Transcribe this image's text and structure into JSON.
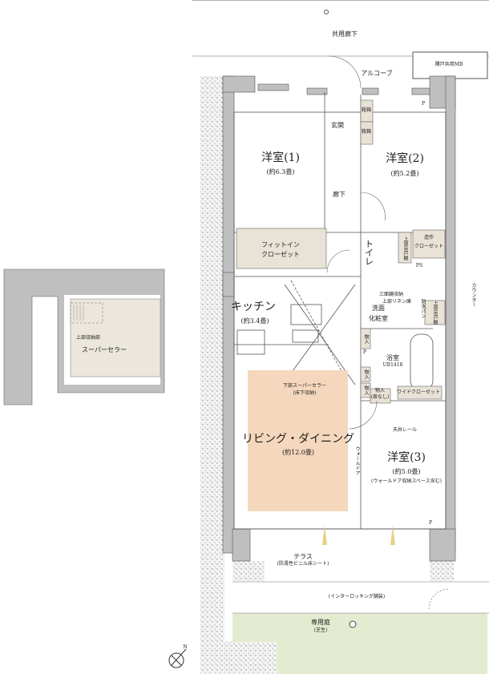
{
  "colors": {
    "wall": "#bfbfbf",
    "living": "#f4d7bc",
    "storage": "#e9e2d6",
    "garden": "#e3ecd0",
    "line": "#444444"
  },
  "corridor": {
    "common": "共用廊下",
    "alcove": "アルコーブ",
    "mb": "隣戸共用MB"
  },
  "rooms": {
    "western1": {
      "name": "洋室(1)",
      "size": "(約6.3畳)"
    },
    "western2": {
      "name": "洋室(2)",
      "size": "(約5.2畳)"
    },
    "western3": {
      "name": "洋室(3)",
      "size": "(約5.0畳)",
      "note": "(ウォールドア収納スペース含む)"
    },
    "entrance": "玄関",
    "hallway": "廊下",
    "shoebox1": "靴箱",
    "shoebox2": "靴箱",
    "fitin_closet": [
      "フィットイン",
      "クローゼット"
    ],
    "toilet": "トイレ",
    "upper_cabinet1": "上部吊戸棚",
    "built_closet": [
      "造作",
      "クローゼット"
    ],
    "ps": "PS",
    "counter": "カウンター",
    "kitchen": {
      "name": "キッチン",
      "size": "(約3.4畳)"
    },
    "washroom": [
      "洗面",
      "化粧室"
    ],
    "mirror_storage": "三面鏡収納",
    "linen": "上部リネン庫",
    "waterproof_pan": "防水パン",
    "upper_cabinet2": "上部吊戸棚",
    "storage1": "物入",
    "p1": "P",
    "storage2": "物入",
    "storage3": "物入",
    "bath": {
      "name": "浴室",
      "code": "UB1418"
    },
    "storage_nodoor": [
      "物入",
      "(扉なし)"
    ],
    "wide_closet": "ワイドクローゼット",
    "cellar_note": [
      "下部スーパーセラー",
      "(床下収納)"
    ],
    "living": {
      "name": "リビング・ダイニング",
      "size": "(約12.0畳)"
    },
    "wall_door": "ウォールドア",
    "ceiling_rail": "天井レール",
    "p2": "P",
    "p3": "P",
    "terrace": {
      "name": "テラス",
      "note": "(防滑性ビニル床シート)"
    },
    "paving": "(インターロッキング舗装)",
    "garden": {
      "name": "専用庭",
      "note": "(芝生)"
    }
  },
  "super_cellar": {
    "name": "スーパーセラー",
    "note": "上部収納部"
  },
  "compass": {
    "label": "N"
  }
}
